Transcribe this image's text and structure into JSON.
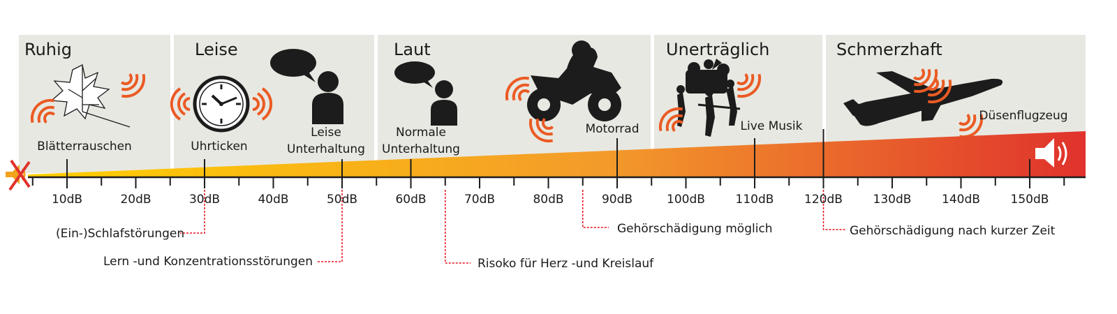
{
  "categories": [
    {
      "title": "Ruhig"
    },
    {
      "title": "Leise"
    },
    {
      "title": "Laut"
    },
    {
      "title": "Unerträglich"
    },
    {
      "title": "Schmerzhaft"
    }
  ],
  "sources": [
    {
      "label": "Blätterrauschen",
      "db": 10,
      "icon": "leaf-icon"
    },
    {
      "label": "Uhrticken",
      "db": 30,
      "icon": "clock-icon"
    },
    {
      "label": "Leise Unterhaltung",
      "line1": "Leise",
      "line2": "Unterhaltung",
      "db": 50,
      "icon": "quiet-conversation-icon"
    },
    {
      "label": "Normale Unterhaltung",
      "line1": "Normale",
      "line2": "Unterhaltung",
      "db": 60,
      "icon": "normal-conversation-icon"
    },
    {
      "label": "Motorrad",
      "db": 90,
      "icon": "motorcycle-icon"
    },
    {
      "label": "Live Musik",
      "db": 110,
      "icon": "live-music-icon"
    },
    {
      "label": "Düsenflugzeug",
      "db": 150,
      "icon": "jet-airplane-icon"
    }
  ],
  "scale": {
    "unit": "dB",
    "min": 0,
    "max": 155,
    "ticks": [
      "10dB",
      "20dB",
      "30dB",
      "40dB",
      "50dB",
      "60dB",
      "70dB",
      "80dB",
      "90dB",
      "100dB",
      "110dB",
      "120dB",
      "130dB",
      "140dB",
      "150dB"
    ],
    "gradient_start": "#ffd000",
    "gradient_mid": "#f39a2b",
    "gradient_end": "#e0322c",
    "muted_icon": "muted-speaker-icon",
    "loud_icon": "loud-speaker-icon"
  },
  "effects": [
    {
      "label": "(Ein-)Schlafstörungen",
      "db": 30
    },
    {
      "label": "Lern -und Konzentrationsstörungen",
      "db": 50
    },
    {
      "label": "Risoko für Herz -und Kreislauf",
      "db": 65
    },
    {
      "label": "Gehörschädigung möglich",
      "db": 85
    },
    {
      "label": "Gehörschädigung nach kurzer Zeit",
      "db": 120
    }
  ],
  "colors": {
    "panel": "#e8e8e2",
    "silhouette": "#1c1c1c",
    "sound_waves": "#ea5b24",
    "dashed_leader": "#e3101e"
  }
}
